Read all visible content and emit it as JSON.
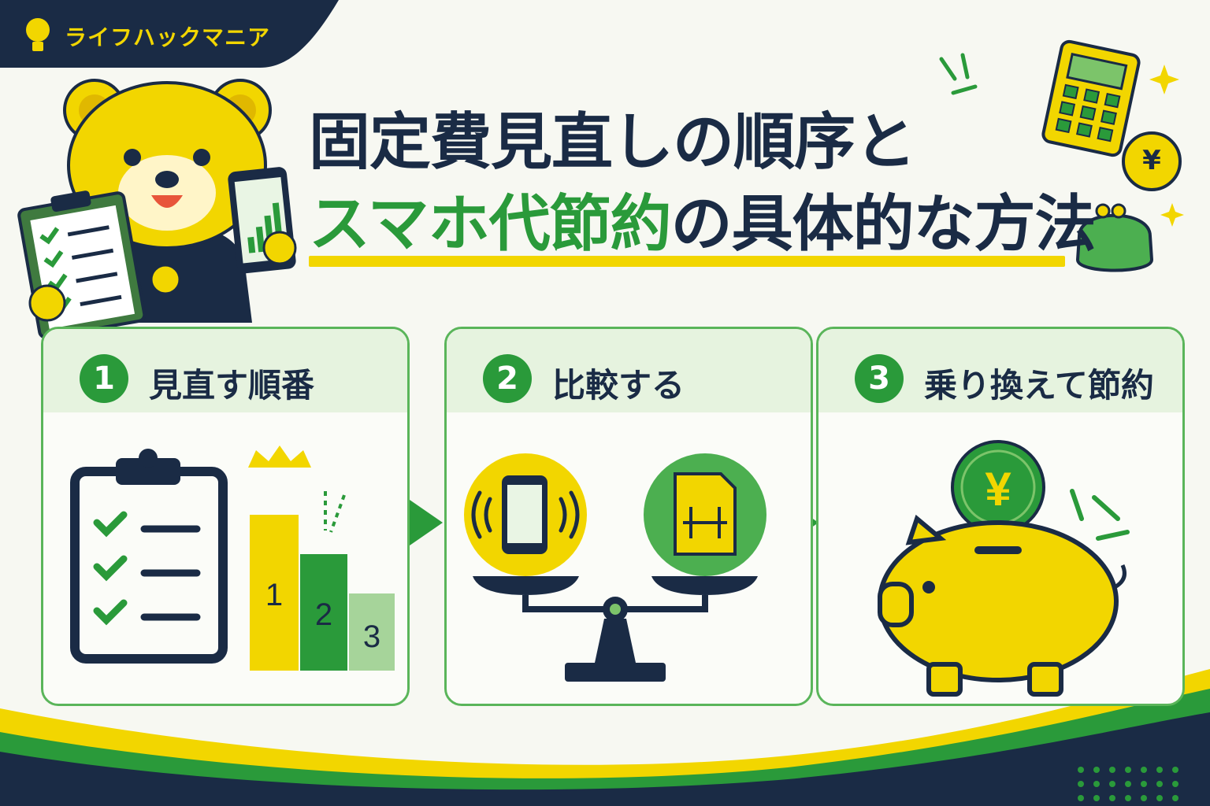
{
  "brand": {
    "name": "ライフハックマニア"
  },
  "title": {
    "line1": "固定費見直しの順序と",
    "line2_highlight": "スマホ代節約",
    "line2_rest": "の具体的な方法"
  },
  "steps": [
    {
      "number": "1",
      "label": "見直す順番",
      "rank_labels": [
        "1",
        "2",
        "3"
      ]
    },
    {
      "number": "2",
      "label": "比較する"
    },
    {
      "number": "3",
      "label": "乗り換えて節約",
      "coin_symbol": "¥"
    }
  ],
  "decor": {
    "coin_symbol": "¥"
  },
  "colors": {
    "navy": "#1a2b45",
    "green": "#2a9a3a",
    "yellow": "#f2d600",
    "light_green": "#e6f3df"
  }
}
